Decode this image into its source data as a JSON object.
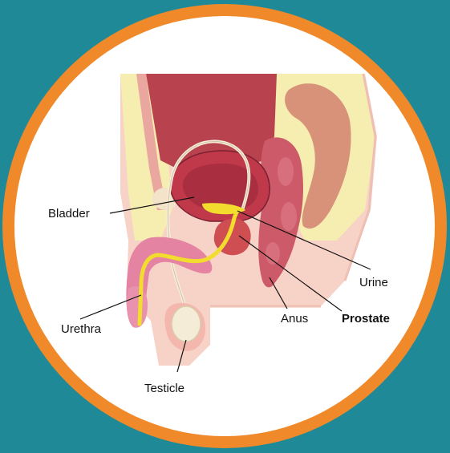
{
  "labels": {
    "bladder": "Bladder",
    "urine": "Urine",
    "urethra": "Urethra",
    "anus": "Anus",
    "prostate": "Prostate",
    "testicle": "Testicle"
  },
  "colors": {
    "background": "#1f8997",
    "ring": "#f0892a",
    "disc": "#ffffff",
    "tissue": "#f7d2c7",
    "fat": "#f6edb0",
    "bladder_wall": "#c0394b",
    "bladder_interior": "#b8344a",
    "urine": "#f2dc2e",
    "prostate": "#cf4e52",
    "rectum": "#cd5a68",
    "colon": "#d8927a",
    "penis": "#e583a2",
    "testicle": "#f4ecd6"
  }
}
